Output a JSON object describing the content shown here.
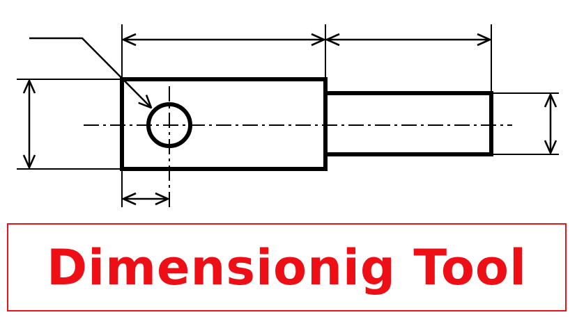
{
  "banner": {
    "title": "Dimensionig Tool",
    "text_color": "#ee0f16",
    "border_color": "#e8141d"
  },
  "drawing": {
    "line_color": "#000000",
    "parts": [
      "main-block",
      "shaft",
      "hole",
      "center-line"
    ],
    "dimensions": [
      "block-length",
      "shaft-length",
      "block-height",
      "shaft-diameter",
      "hole-offset",
      "hole-leader"
    ]
  }
}
